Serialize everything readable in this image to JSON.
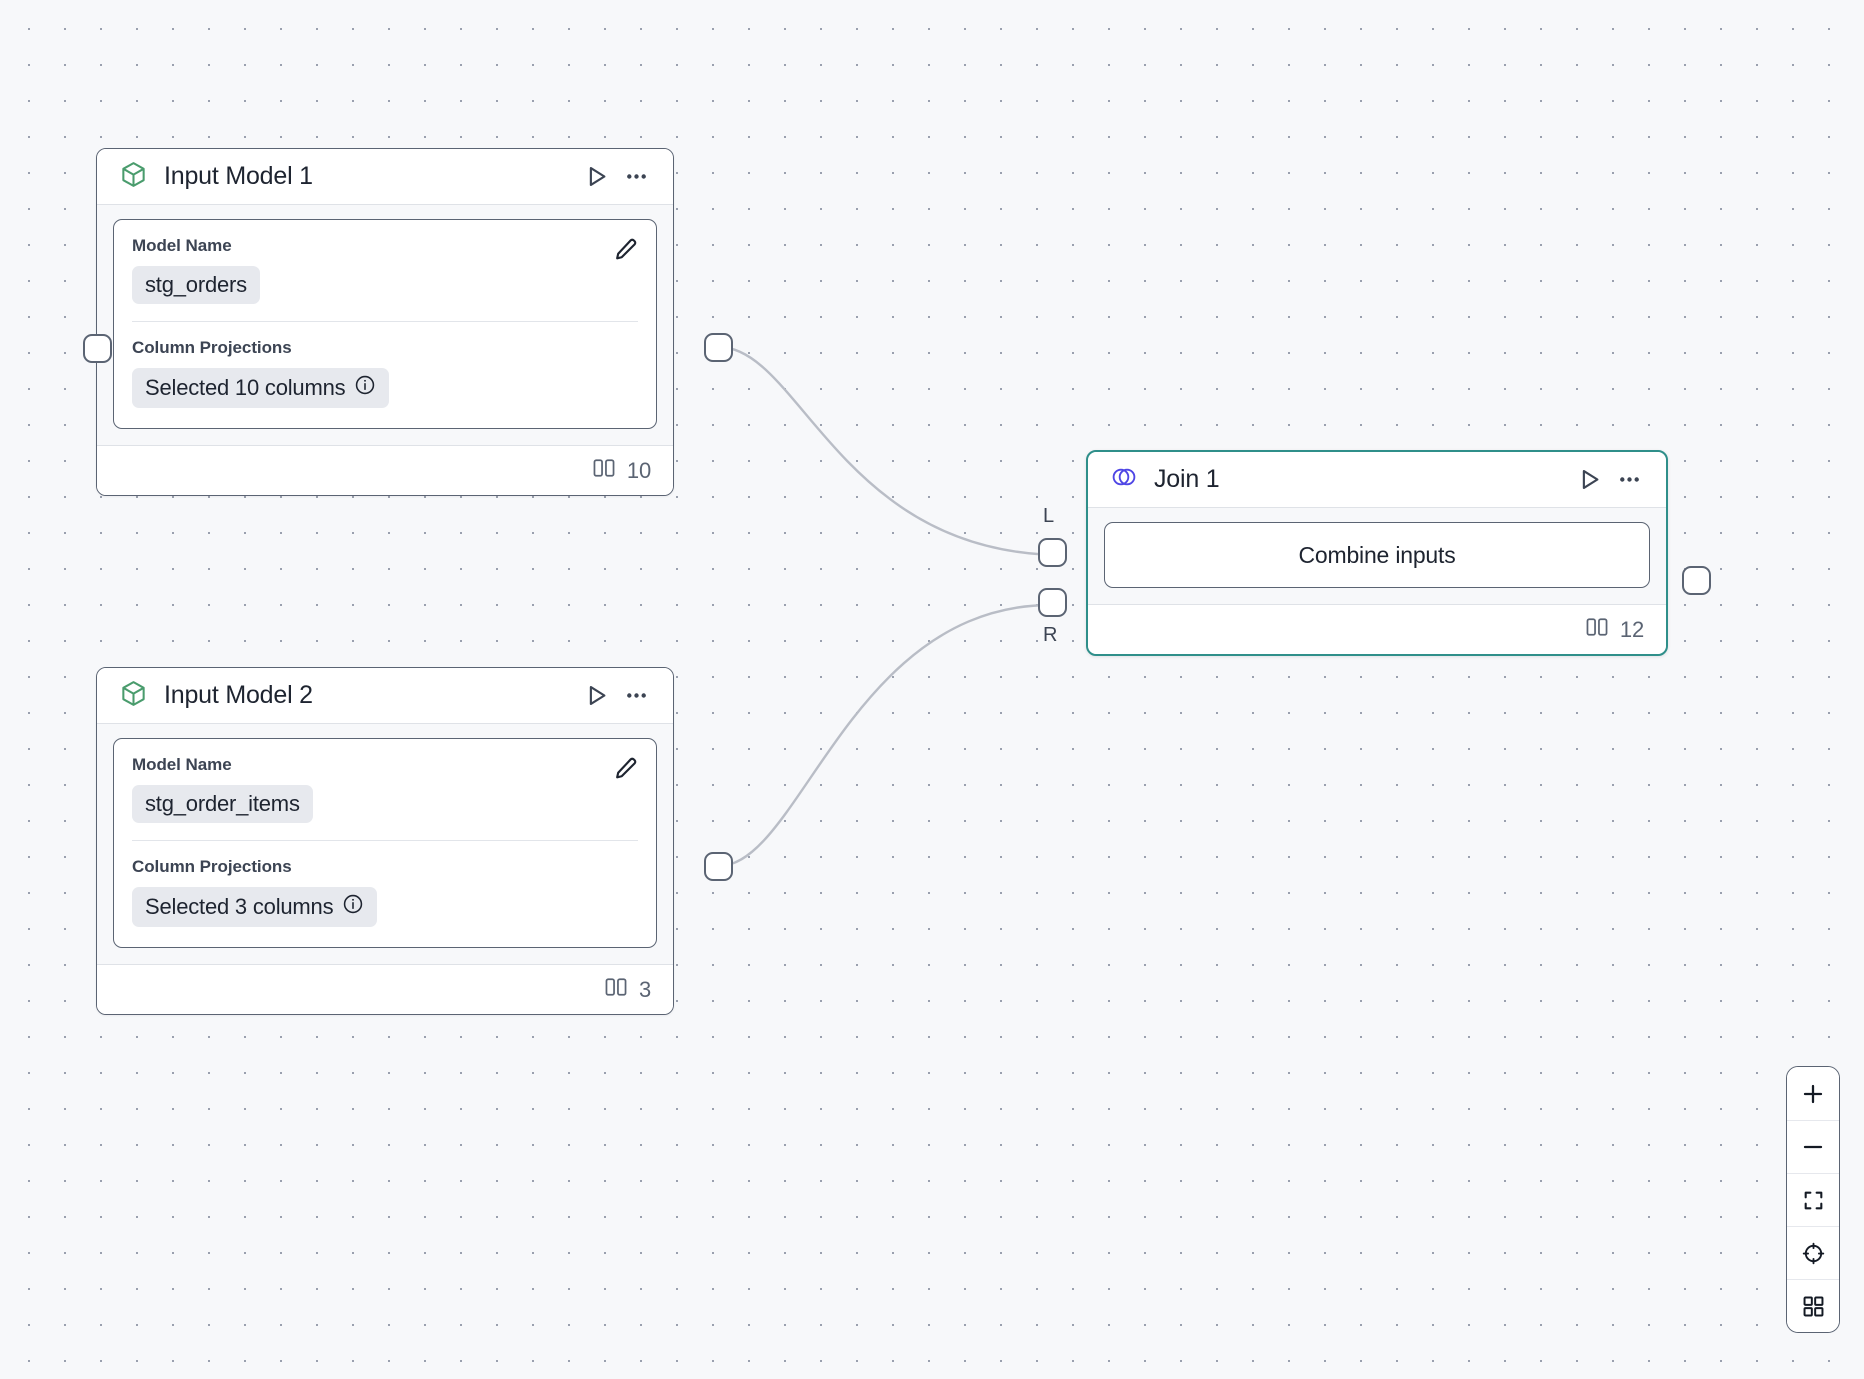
{
  "canvas": {
    "background_color": "#f7f8fa",
    "dot_color": "#9aa0ae",
    "accent_selected": "#2f8f8a",
    "accent_model_icon": "#4a9c6d",
    "accent_join_icon": "#4f46e5",
    "edge_color": "#b9bdc6"
  },
  "nodes": [
    {
      "id": "input-model-1",
      "title": "Input Model 1",
      "icon": "cube-icon",
      "run_label": "Run",
      "menu_label": "More options",
      "fields": [
        {
          "label": "Model Name",
          "value": "stg_orders",
          "has_info": false
        },
        {
          "label": "Column Projections",
          "value": "Selected 10 columns",
          "has_info": true
        }
      ],
      "footer": {
        "icon": "columns-icon",
        "count": "10"
      }
    },
    {
      "id": "input-model-2",
      "title": "Input Model 2",
      "icon": "cube-icon",
      "run_label": "Run",
      "menu_label": "More options",
      "fields": [
        {
          "label": "Model Name",
          "value": "stg_order_items",
          "has_info": false
        },
        {
          "label": "Column Projections",
          "value": "Selected 3 columns",
          "has_info": true
        }
      ],
      "footer": {
        "icon": "columns-icon",
        "count": "3"
      }
    },
    {
      "id": "join-1",
      "title": "Join 1",
      "icon": "venn-icon",
      "run_label": "Run",
      "menu_label": "More options",
      "selected": true,
      "button_label": "Combine inputs",
      "input_handles": [
        {
          "label": "L"
        },
        {
          "label": "R"
        }
      ],
      "footer": {
        "icon": "columns-icon",
        "count": "12"
      }
    }
  ],
  "controls": [
    {
      "name": "zoom-in",
      "icon": "plus-icon"
    },
    {
      "name": "zoom-out",
      "icon": "minus-icon"
    },
    {
      "name": "fit-view",
      "icon": "fit-view-icon"
    },
    {
      "name": "center-view",
      "icon": "crosshair-icon"
    },
    {
      "name": "toggle-minimap",
      "icon": "grid-icon"
    }
  ]
}
